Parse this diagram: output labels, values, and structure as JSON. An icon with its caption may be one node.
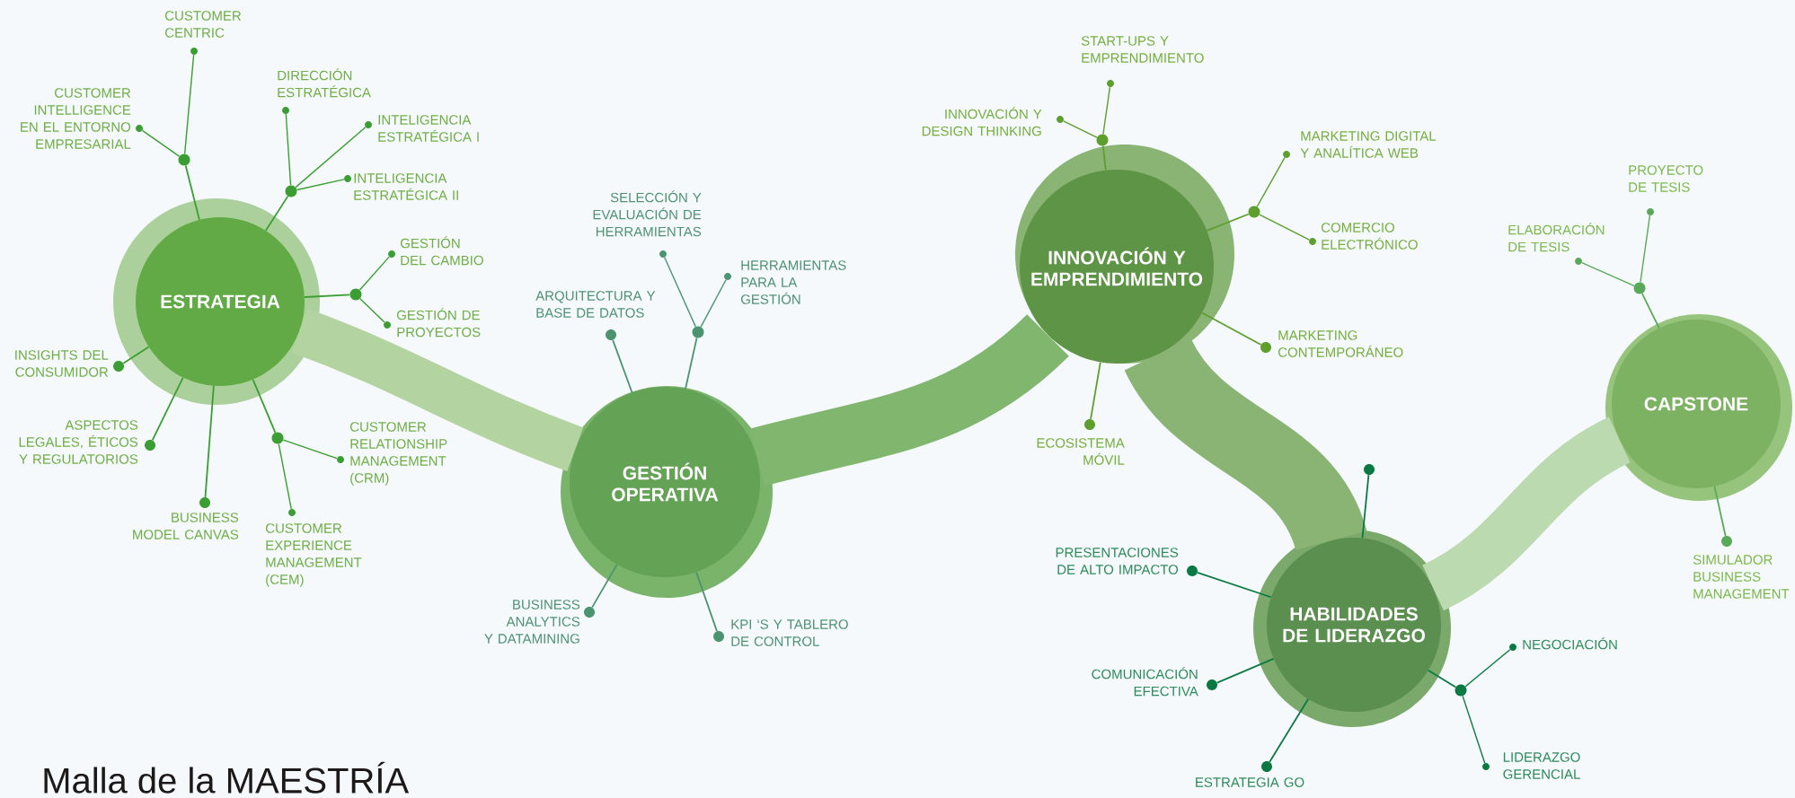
{
  "diagram": {
    "title": "Malla de la MAESTRÍA",
    "nodes": [
      {
        "text": [
          "ESTRATEGIA"
        ]
      },
      {
        "text": [],
        "shape": "circle"
      },
      {
        "text": [],
        "shape": "circle",
        "beside": [
          "CUSTOMER CENTRIC"
        ]
      },
      {
        "text": [],
        "shape": "circle",
        "beside": [
          "CUSTOMER INTELLIGENCE EN EL ENTORNO EMPRESARIAL"
        ]
      },
      {
        "text": [],
        "shape": "circle"
      },
      {
        "text": [],
        "shape": "circle",
        "beside": [
          "DIRECCIÓN ESTRATÉGICA"
        ]
      },
      {
        "text": [],
        "shape": "circle",
        "beside": [
          "INTELIGENCIA ESTRATÉGICA I"
        ]
      },
      {
        "text": [],
        "shape": "circle",
        "beside": [
          "INTELIGENCIA ESTRATÉGICA II"
        ]
      },
      {
        "text": [],
        "shape": "circle"
      },
      {
        "text": [],
        "shape": "circle",
        "beside": [
          "GESTIÓN DEL CAMBIO"
        ]
      },
      {
        "text": [],
        "shape": "circle",
        "beside": [
          "GESTIÓN DE PROYECTOS"
        ]
      },
      {
        "text": [],
        "shape": "circle",
        "beside": [
          "INSIGHTS DEL CONSUMIDOR"
        ]
      },
      {
        "text": [],
        "shape": "circle",
        "beside": [
          "ASPECTOS LEGALES, ÉTICOS Y REGULATORIOS"
        ]
      },
      {
        "text": [],
        "shape": "circle",
        "beside": [
          "BUSINESS MODEL CANVAS"
        ]
      },
      {
        "text": [],
        "shape": "circle"
      },
      {
        "text": [],
        "shape": "circle",
        "beside": [
          "CUSTOMER RELATIONSHIP MANAGEMENT (CRM)"
        ]
      },
      {
        "text": [],
        "shape": "circle",
        "beside": [
          "CUSTOMER EXPERIENCE MANAGEMENT (CEM)"
        ]
      },
      {
        "text": [
          "GESTIÓN OPERATIVA"
        ]
      },
      {
        "text": [],
        "shape": "circle",
        "beside": [
          "ARQUITECTURA Y BASE DE DATOS"
        ]
      },
      {
        "text": [],
        "shape": "circle"
      },
      {
        "text": [],
        "shape": "circle",
        "beside": [
          "SELECCIÓN Y EVALUACIÓN DE HERRAMIENTAS"
        ]
      },
      {
        "text": [],
        "shape": "circle",
        "beside": [
          "HERRAMIENTAS PARA LA GESTIÓN"
        ]
      },
      {
        "text": [],
        "shape": "circle",
        "beside": [
          "BUSINESS ANALYTICS Y DATAMINING"
        ]
      },
      {
        "text": [],
        "shape": "circle",
        "beside": [
          "KPI ‘S Y TABLERO DE CONTROL"
        ]
      },
      {
        "text": [
          "INNOVACIÓN Y EMPRENDIMIENTO"
        ]
      },
      {
        "text": [],
        "shape": "circle"
      },
      {
        "text": [],
        "shape": "circle",
        "beside": [
          "START-UPS Y EMPRENDIMIENTO"
        ]
      },
      {
        "text": [],
        "shape": "circle",
        "beside": [
          "INNOVACIÓN Y DESIGN THINKING"
        ]
      },
      {
        "text": [],
        "shape": "circle"
      },
      {
        "text": [],
        "shape": "circle",
        "beside": [
          "MARKETING DIGITAL Y ANALÍTICA WEB"
        ]
      },
      {
        "text": [],
        "shape": "circle",
        "beside": [
          "COMERCIO ELECTRÓNICO"
        ]
      },
      {
        "text": [],
        "shape": "circle",
        "beside": [
          "MARKETING CONTEMPORÁNEO"
        ]
      },
      {
        "text": [],
        "shape": "circle",
        "beside": [
          "ECOSISTEMA MÓVIL"
        ]
      },
      {
        "text": [
          "HABILIDADES DE LIDERAZGO"
        ]
      },
      {
        "text": [],
        "shape": "circle"
      },
      {
        "text": [],
        "shape": "circle",
        "beside": [
          "PRESENTACIONES DE ALTO IMPACTO"
        ]
      },
      {
        "text": [],
        "shape": "circle",
        "beside": [
          "COMUNICACIÓN EFECTIVA"
        ]
      },
      {
        "text": [],
        "shape": "circle",
        "beside": [
          "ESTRATEGIA GO"
        ]
      },
      {
        "text": [],
        "shape": "circle"
      },
      {
        "text": [],
        "shape": "circle",
        "beside": [
          "NEGOCIACIÓN"
        ]
      },
      {
        "text": [],
        "shape": "circle",
        "beside": [
          "LIDERAZGO GERENCIAL"
        ]
      },
      {
        "text": [
          "CAPSTONE"
        ]
      },
      {
        "text": [],
        "shape": "circle"
      },
      {
        "text": [],
        "shape": "circle",
        "beside": [
          "ELABORACIÓN DE TESIS"
        ]
      },
      {
        "text": [],
        "shape": "circle",
        "beside": [
          "PROYECTO DE TESIS"
        ]
      },
      {
        "text": [],
        "shape": "circle",
        "beside": [
          "SIMULADOR BUSINESS MANAGEMENT"
        ]
      }
    ],
    "edges": [
      {
        "from": 0,
        "to": 17,
        "arrow": "none",
        "style": "thick",
        "color": "#b3d4a1"
      },
      {
        "from": 17,
        "to": 24,
        "arrow": "none",
        "style": "thick",
        "color": "#80b66d"
      },
      {
        "from": 24,
        "to": 33,
        "arrow": "none",
        "style": "thick",
        "color": "#8ab474"
      },
      {
        "from": 33,
        "to": 41,
        "arrow": "none",
        "style": "thick",
        "color": "#bcdab0"
      },
      {
        "from": 0,
        "to": 1,
        "arrow": "none"
      },
      {
        "from": 1,
        "to": 2,
        "arrow": "none"
      },
      {
        "from": 1,
        "to": 3,
        "arrow": "none"
      },
      {
        "from": 0,
        "to": 4,
        "arrow": "none"
      },
      {
        "from": 4,
        "to": 5,
        "arrow": "none"
      },
      {
        "from": 4,
        "to": 6,
        "arrow": "none"
      },
      {
        "from": 4,
        "to": 7,
        "arrow": "none"
      },
      {
        "from": 0,
        "to": 8,
        "arrow": "none"
      },
      {
        "from": 8,
        "to": 9,
        "arrow": "none"
      },
      {
        "from": 8,
        "to": 10,
        "arrow": "none"
      },
      {
        "from": 0,
        "to": 11,
        "arrow": "none"
      },
      {
        "from": 0,
        "to": 12,
        "arrow": "none"
      },
      {
        "from": 0,
        "to": 13,
        "arrow": "none"
      },
      {
        "from": 0,
        "to": 14,
        "arrow": "none"
      },
      {
        "from": 14,
        "to": 15,
        "arrow": "none"
      },
      {
        "from": 14,
        "to": 16,
        "arrow": "none"
      },
      {
        "from": 17,
        "to": 18,
        "arrow": "none"
      },
      {
        "from": 17,
        "to": 19,
        "arrow": "none"
      },
      {
        "from": 19,
        "to": 20,
        "arrow": "none"
      },
      {
        "from": 19,
        "to": 21,
        "arrow": "none"
      },
      {
        "from": 17,
        "to": 22,
        "arrow": "none"
      },
      {
        "from": 17,
        "to": 23,
        "arrow": "none"
      },
      {
        "from": 24,
        "to": 25,
        "arrow": "none"
      },
      {
        "from": 25,
        "to": 26,
        "arrow": "none"
      },
      {
        "from": 25,
        "to": 27,
        "arrow": "none"
      },
      {
        "from": 24,
        "to": 28,
        "arrow": "none"
      },
      {
        "from": 28,
        "to": 29,
        "arrow": "none"
      },
      {
        "from": 28,
        "to": 30,
        "arrow": "none"
      },
      {
        "from": 24,
        "to": 31,
        "arrow": "none"
      },
      {
        "from": 24,
        "to": 32,
        "arrow": "none"
      },
      {
        "from": 33,
        "to": 34,
        "arrow": "none"
      },
      {
        "from": 33,
        "to": 35,
        "arrow": "none"
      },
      {
        "from": 33,
        "to": 36,
        "arrow": "none"
      },
      {
        "from": 33,
        "to": 37,
        "arrow": "none"
      },
      {
        "from": 33,
        "to": 38,
        "arrow": "none"
      },
      {
        "from": 38,
        "to": 39,
        "arrow": "none"
      },
      {
        "from": 38,
        "to": 40,
        "arrow": "none"
      },
      {
        "from": 41,
        "to": 42,
        "arrow": "none"
      },
      {
        "from": 42,
        "to": 43,
        "arrow": "none"
      },
      {
        "from": 42,
        "to": 44,
        "arrow": "none"
      },
      {
        "from": 41,
        "to": 45,
        "arrow": "none"
      }
    ]
  }
}
